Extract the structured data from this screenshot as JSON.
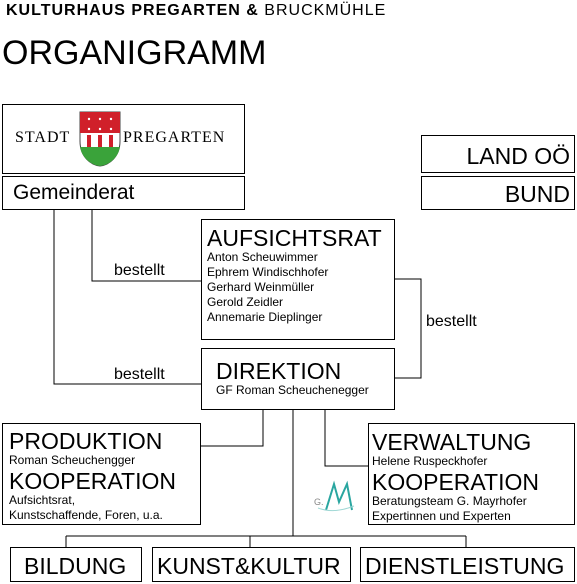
{
  "header": {
    "brand_main": "KULTURHAUS PREGARTEN",
    "brand_sep": "&",
    "brand_sub": "BRUCKMÜHLE",
    "title": "ORGANIGRAMM"
  },
  "stadt_logo": {
    "left_text": "STADT",
    "right_text": "PREGARTEN"
  },
  "nodes": {
    "gemeinderat": "Gemeinderat",
    "land": "LAND OÖ",
    "bund": "BUND",
    "aufsichtsrat": {
      "title": "AUFSICHTSRAT",
      "members": [
        "Anton Scheuwimmer",
        "Ephrem Windischhofer",
        "Gerhard Weinmüller",
        "Gerold Zeidler",
        "Annemarie Dieplinger"
      ]
    },
    "direktion": {
      "title": "DIREKTION",
      "subtitle": "GF Roman Scheuchenegger"
    },
    "produktion": {
      "title": "PRODUKTION",
      "person": "Roman Scheuchengger",
      "koop_title": "KOOPERATION",
      "koop_line1": "Aufsichtsrat,",
      "koop_line2": "Kunstschaffende, Foren, u.a."
    },
    "verwaltung": {
      "title": "VERWALTUNG",
      "person": "Helene Ruspeckhofer",
      "koop_title": "KOOPERATION",
      "koop_line1": "Beratungsteam G. Mayrhofer",
      "koop_line2": "Expertinnen und Experten"
    },
    "bildung": "BILDUNG",
    "kunst": "KUNST&KULTUR",
    "dienst": "DIENSTLEISTUNG"
  },
  "edges": {
    "bestellt_1": "bestellt",
    "bestellt_2": "bestellt",
    "bestellt_3": "bestellt"
  },
  "colors": {
    "shield_red": "#d0202a",
    "shield_green": "#3aa33a",
    "logo_teal": "#2aa6a0"
  }
}
